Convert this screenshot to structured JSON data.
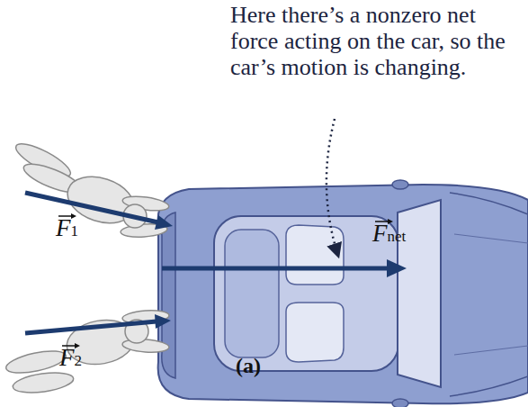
{
  "diagram": {
    "labels": [
      "Here there’s a nonzero net force acting on the car, so the car’s motion is changing.",
      "F1",
      "F2",
      "Fnet",
      "(a)"
    ]
  }
}
